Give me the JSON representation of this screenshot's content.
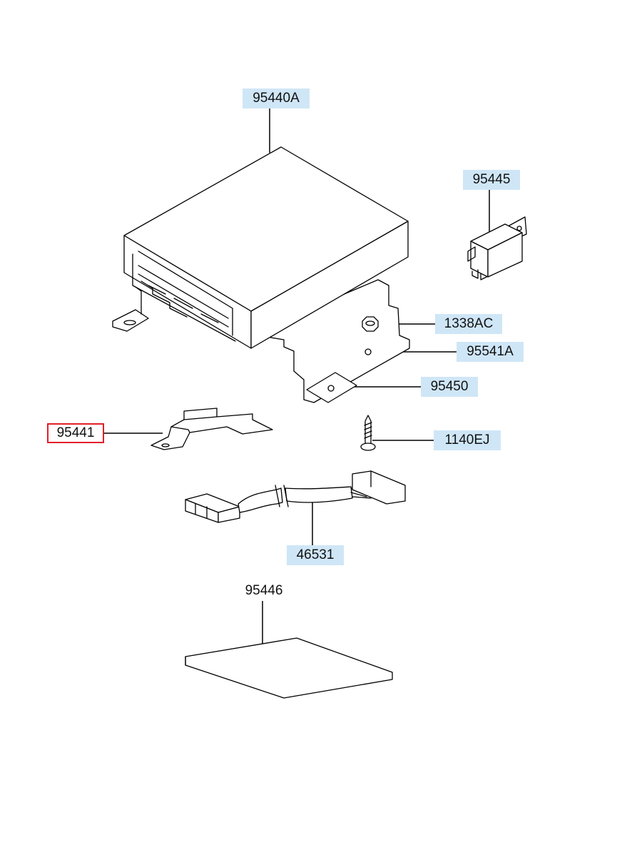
{
  "diagram": {
    "callouts": [
      {
        "id": "95440A",
        "label": "95440A",
        "style": "linked"
      },
      {
        "id": "95445",
        "label": "95445",
        "style": "linked"
      },
      {
        "id": "1338AC",
        "label": "1338AC",
        "style": "linked"
      },
      {
        "id": "95541A",
        "label": "95541A",
        "style": "linked"
      },
      {
        "id": "95450",
        "label": "95450",
        "style": "linked"
      },
      {
        "id": "95441",
        "label": "95441",
        "style": "selected"
      },
      {
        "id": "1140EJ",
        "label": "1140EJ",
        "style": "linked"
      },
      {
        "id": "46531",
        "label": "46531",
        "style": "linked"
      },
      {
        "id": "95446",
        "label": "95446",
        "style": "plain"
      }
    ],
    "colors": {
      "link_highlight": "#cfe6f7",
      "selected_border": "#e0202a",
      "line": "#000000"
    }
  }
}
